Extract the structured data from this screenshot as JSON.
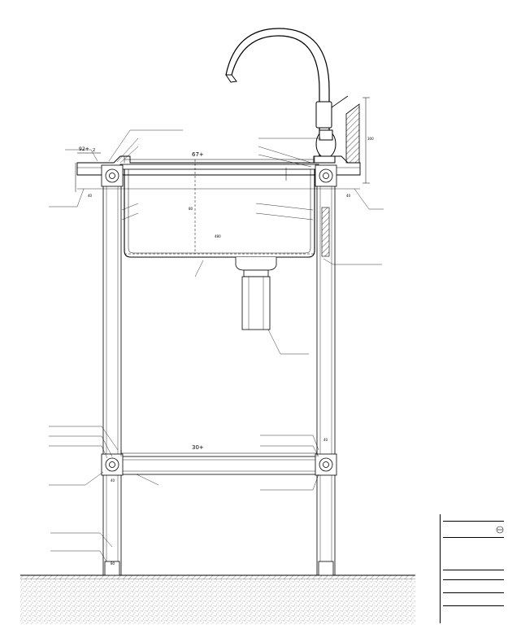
{
  "dimensions": {
    "width_top": "67+",
    "width_bottom": "30+",
    "left_edge": "92+",
    "left_edge_sub": "2",
    "depth_bowl": "80",
    "faucet_height": "300",
    "width_inner": "480",
    "tube_a": "40",
    "tube_b": "40",
    "tube_c": "40",
    "tube_d": "40",
    "post_bottom": "80"
  },
  "colors": {
    "line": "#000000",
    "ground": "#7a7a7a"
  }
}
